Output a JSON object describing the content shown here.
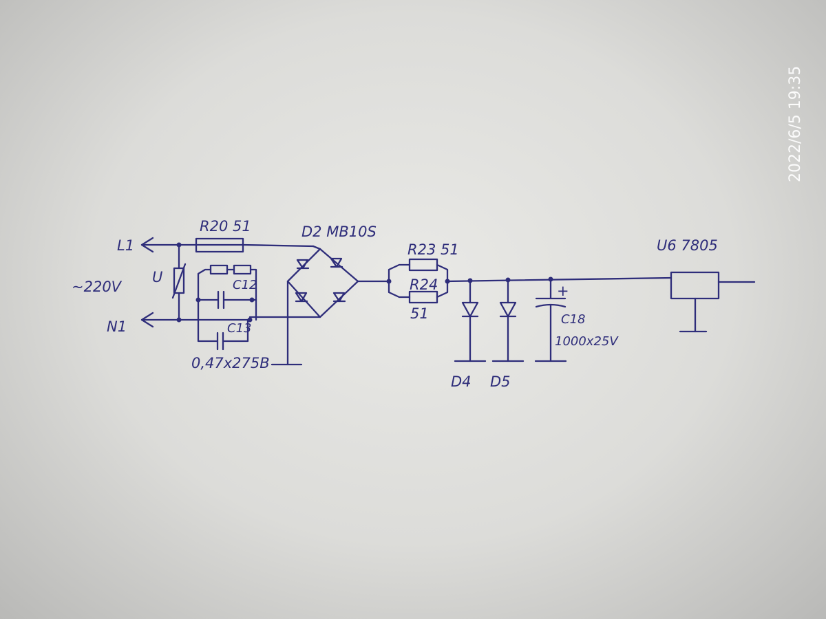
{
  "timestamp": "2022/6/5 19:35",
  "labels": {
    "l1": "L1",
    "n1": "N1",
    "voltage": "~220V",
    "varistor": "U",
    "r20": "R20 51",
    "c12": "C12",
    "c13": "C13",
    "cap_rating": "0,47x275B",
    "d2": "D2 MB10S",
    "r23": "R23 51",
    "r24": "R24",
    "r24_value": "51",
    "d4": "D4",
    "d5": "D5",
    "c18": "C18",
    "c18_value": "1000x25V",
    "c18_plus": "+",
    "u6": "U6 7805"
  },
  "colors": {
    "ink": "#2e2d7a",
    "paper": "#e4e4e1"
  }
}
